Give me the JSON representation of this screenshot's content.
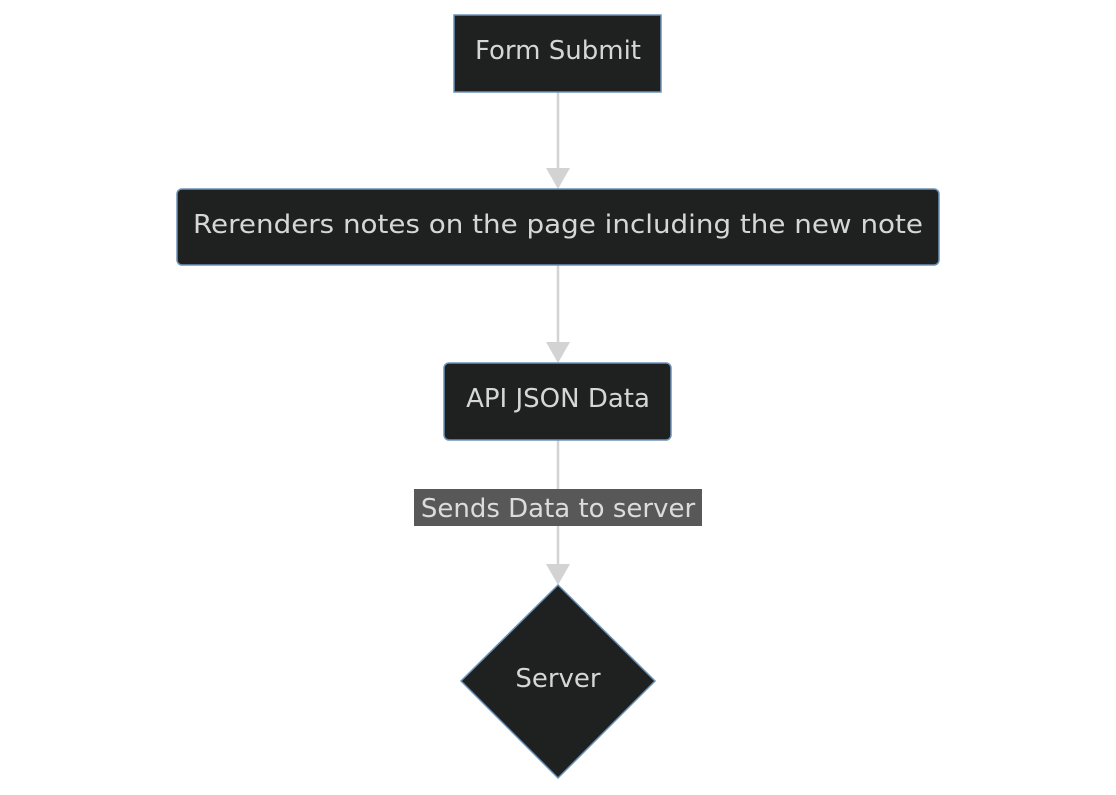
{
  "diagram": {
    "type": "flowchart",
    "direction": "top-to-bottom",
    "nodes": [
      {
        "id": "form_submit",
        "label": "Form Submit",
        "shape": "rect"
      },
      {
        "id": "rerender",
        "label": "Rerenders notes on the page including the new note",
        "shape": "rounded-rect"
      },
      {
        "id": "api_json",
        "label": "API JSON Data",
        "shape": "rounded-rect"
      },
      {
        "id": "server",
        "label": "Server",
        "shape": "diamond"
      }
    ],
    "edges": [
      {
        "from": "form_submit",
        "to": "rerender",
        "label": ""
      },
      {
        "from": "rerender",
        "to": "api_json",
        "label": ""
      },
      {
        "from": "api_json",
        "to": "server",
        "label": "Sends Data to server"
      }
    ],
    "colors": {
      "node_fill": "#1f2020",
      "node_stroke": "#6b93b8",
      "node_text": "#d6d6d6",
      "edge": "#d3d3d3",
      "edge_label_bg": "#585858",
      "edge_label_text": "#dcdcdc"
    }
  }
}
